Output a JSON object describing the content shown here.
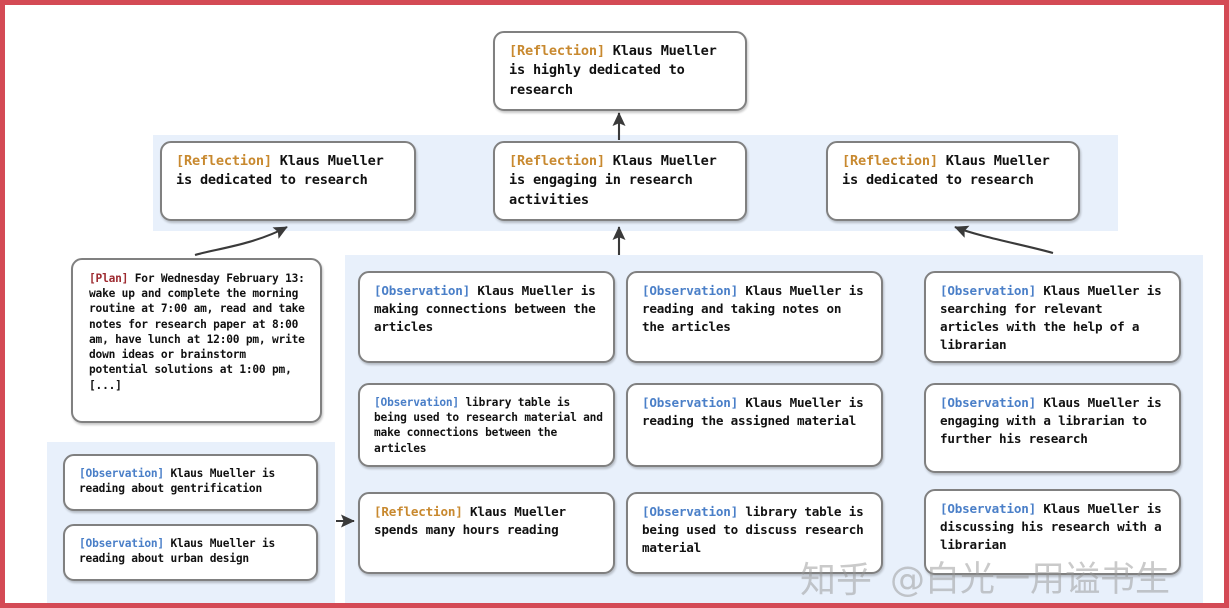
{
  "figure": {
    "title": "Generative agent memory reflection tree",
    "border_color": "#d44a55",
    "panel_color": "#e8f0fb",
    "node_border_color": "#808080",
    "tag_colors": {
      "reflection": "#c8892f",
      "observation": "#4a7fc8",
      "plan": "#9e2b31"
    }
  },
  "watermark": {
    "logo": "知乎",
    "handle": "@白光一用谥书生"
  },
  "nodes": {
    "root_reflection": {
      "tag": "[Reflection]",
      "tag_type": "reflection",
      "text": " Klaus Mueller is highly dedicated to research"
    },
    "mid_reflection_left": {
      "tag": "[Reflection]",
      "tag_type": "reflection",
      "text": " Klaus Mueller is dedicated to research"
    },
    "mid_reflection_center": {
      "tag": "[Reflection]",
      "tag_type": "reflection",
      "text": " Klaus Mueller is engaging in research activities"
    },
    "mid_reflection_right": {
      "tag": "[Reflection]",
      "tag_type": "reflection",
      "text": " Klaus Mueller is dedicated to research"
    },
    "plan_node": {
      "tag": "[Plan]",
      "tag_type": "plan",
      "text": " For Wednesday February 13: wake up and complete the morning routine at 7:00 am, read and take notes for research paper at 8:00 am, have lunch at 12:00 pm, write down ideas or brainstorm potential solutions at 1:00 pm, [...]"
    },
    "obs_left_1": {
      "tag": "[Observation]",
      "tag_type": "observation",
      "text": " Klaus Mueller is reading about gentrification"
    },
    "obs_left_2": {
      "tag": "[Observation]",
      "tag_type": "observation",
      "text": " Klaus Mueller is reading about urban design"
    },
    "obs_c2_1": {
      "tag": "[Observation]",
      "tag_type": "observation",
      "text": " Klaus Mueller is making connections between the articles"
    },
    "obs_c2_2": {
      "tag": "[Observation]",
      "tag_type": "observation",
      "text": " library table is being used to research material and make connections between the articles"
    },
    "obs_c2_3": {
      "tag": "[Reflection]",
      "tag_type": "reflection",
      "text": " Klaus Mueller spends many hours reading"
    },
    "obs_c3_1": {
      "tag": "[Observation]",
      "tag_type": "observation",
      "text": " Klaus Mueller is reading and taking notes on the articles"
    },
    "obs_c3_2": {
      "tag": "[Observation]",
      "tag_type": "observation",
      "text": " Klaus Mueller is reading the assigned material"
    },
    "obs_c3_3": {
      "tag": "[Observation]",
      "tag_type": "observation",
      "text": " library table is being used to discuss research material"
    },
    "obs_c4_1": {
      "tag": "[Observation]",
      "tag_type": "observation",
      "text": " Klaus Mueller is searching for relevant articles with the help of a librarian"
    },
    "obs_c4_2": {
      "tag": "[Observation]",
      "tag_type": "observation",
      "text": " Klaus Mueller is engaging with a librarian to further his research"
    },
    "obs_c4_3": {
      "tag": "[Observation]",
      "tag_type": "observation",
      "text": " Klaus Mueller is discussing his research with a librarian"
    }
  }
}
